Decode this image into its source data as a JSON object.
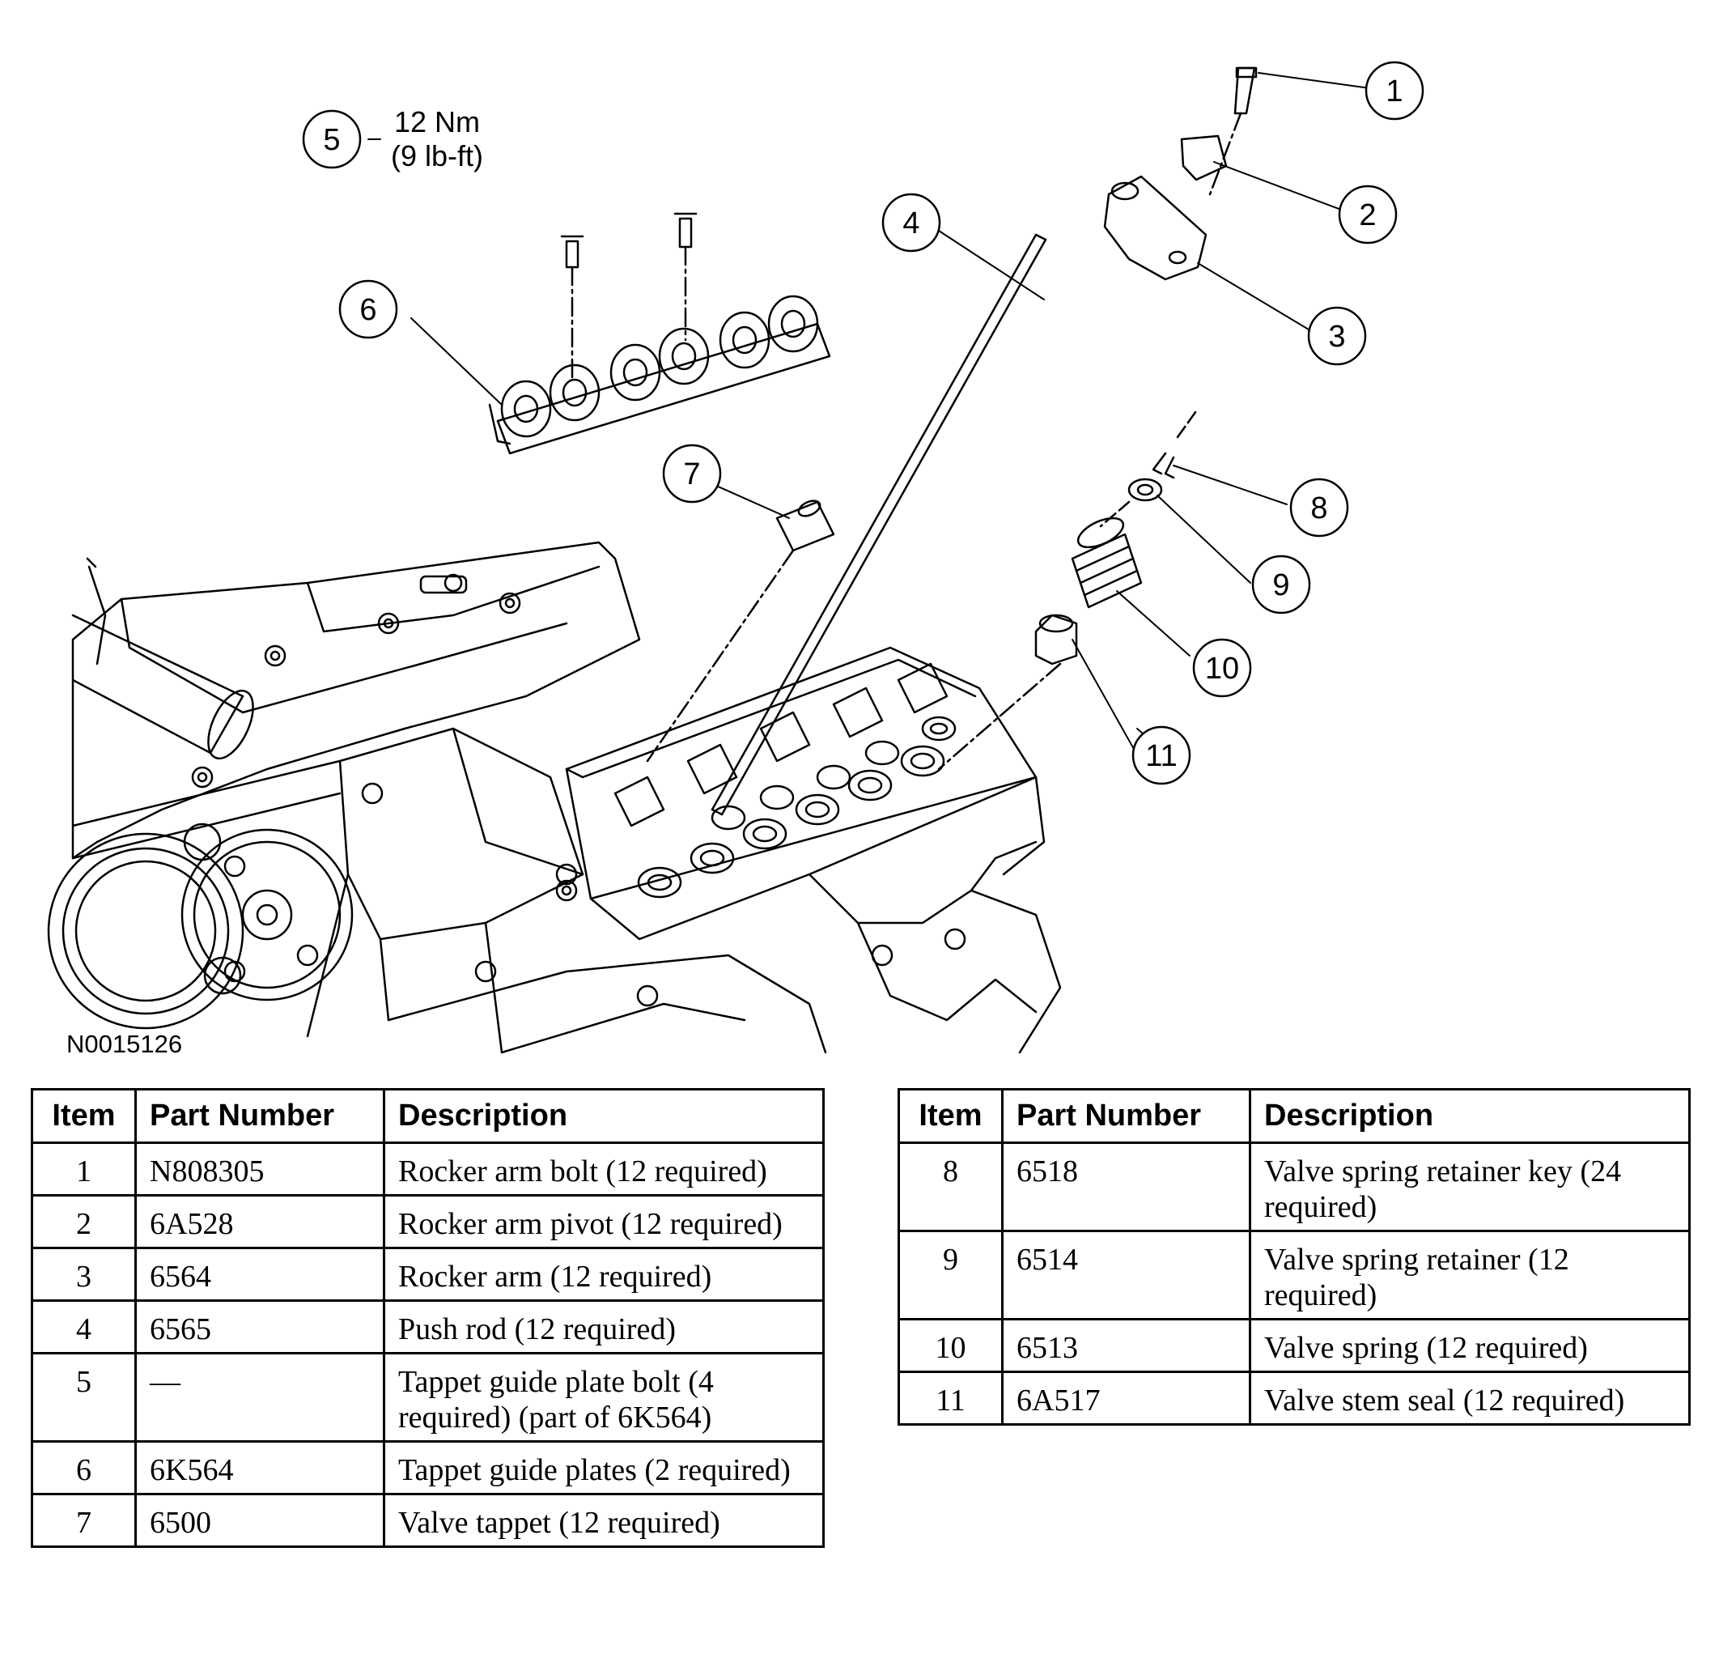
{
  "figure_id": "N0015126",
  "torque_spec": {
    "line1": "12 Nm",
    "line2": "(9 lb-ft)"
  },
  "callouts": [
    "1",
    "2",
    "3",
    "4",
    "5",
    "6",
    "7",
    "8",
    "9",
    "10",
    "11"
  ],
  "icons": {
    "engine": "engine-block-drawing",
    "valvetrain": "valvetrain-exploded-view"
  },
  "tables": {
    "headers": {
      "item": "Item",
      "part": "Part Number",
      "desc": "Description"
    },
    "left": [
      {
        "item": "1",
        "part": "N808305",
        "desc": "Rocker arm bolt (12 required)"
      },
      {
        "item": "2",
        "part": "6A528",
        "desc": "Rocker arm pivot (12 required)"
      },
      {
        "item": "3",
        "part": "6564",
        "desc": "Rocker arm (12 required)"
      },
      {
        "item": "4",
        "part": "6565",
        "desc": "Push rod (12 required)"
      },
      {
        "item": "5",
        "part": "—",
        "desc": "Tappet guide plate bolt (4 required) (part of 6K564)"
      },
      {
        "item": "6",
        "part": "6K564",
        "desc": "Tappet guide plates (2 required)"
      },
      {
        "item": "7",
        "part": "6500",
        "desc": "Valve tappet (12 required)"
      }
    ],
    "right": [
      {
        "item": "8",
        "part": "6518",
        "desc": "Valve spring retainer key (24 required)"
      },
      {
        "item": "9",
        "part": "6514",
        "desc": "Valve spring retainer (12 required)"
      },
      {
        "item": "10",
        "part": "6513",
        "desc": "Valve spring (12 required)"
      },
      {
        "item": "11",
        "part": "6A517",
        "desc": "Valve stem seal (12 required)"
      }
    ]
  }
}
